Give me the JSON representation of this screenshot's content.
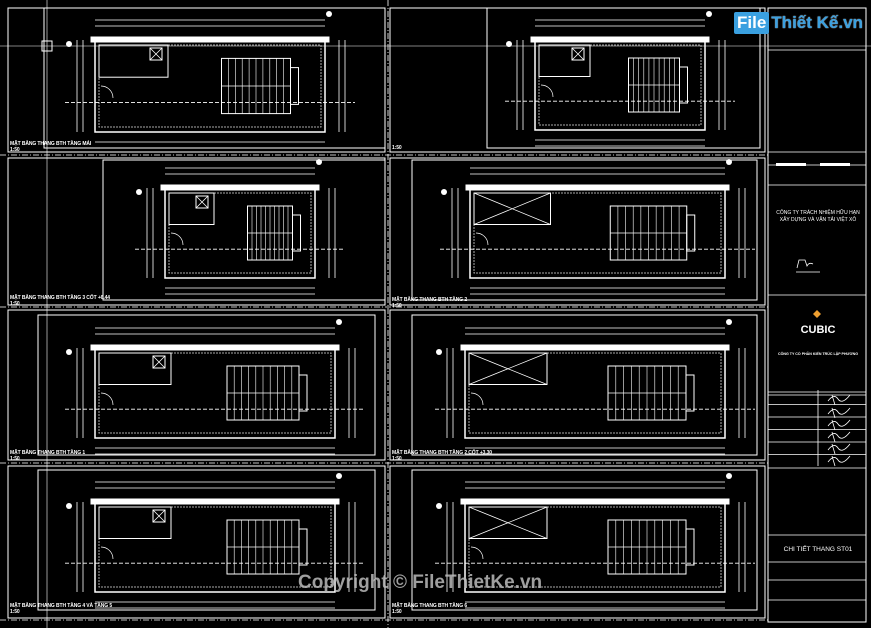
{
  "colors": {
    "background": "#000000",
    "lines": "#ffffff",
    "hatch": "#9a9a9a",
    "watermark": "#3aa0e0"
  },
  "panels": [
    {
      "caption": "MẶT BẰNG THANG BTH TẦNG MÁI",
      "scale": "1:50"
    },
    {
      "caption": "",
      "scale": "1:50"
    },
    {
      "caption": "MẶT BẰNG THANG BTH TẦNG 3 CỐT +6.44",
      "scale": "1:50"
    },
    {
      "caption": "MẶT BẰNG THANG BTH TẦNG 2",
      "scale": "1:50"
    },
    {
      "caption": "MẶT BẰNG THANG BTH TẦNG 1",
      "scale": "1:50"
    },
    {
      "caption": "MẶT BẰNG THANG BTH TẦNG 2 CỐT +3.30",
      "scale": "1:50"
    },
    {
      "caption": "MẶT BẰNG THANG BTH TẦNG 4 VÀ TẦNG 5",
      "scale": "1:50"
    },
    {
      "caption": "MẶT BẰNG THANG BTH TẦNG 6",
      "scale": "1:50"
    }
  ],
  "title_block": {
    "owner": "CÔNG TY TRÁCH NHIỆM HỮU HẠN XÂY DỰNG VÀ VẬN TẢI VIỆT XÔ",
    "designer_logo": "CUBIC",
    "designer": "CÔNG TY CỔ PHẦN KIẾN TRÚC LẬP PHƯƠNG",
    "drawing_title": "CHI TIẾT THANG ST01"
  },
  "watermark": {
    "logo_file": "File",
    "logo_rest": "Thiết Kế.vn",
    "copyright": "Copyright © FileThietKe.vn"
  }
}
